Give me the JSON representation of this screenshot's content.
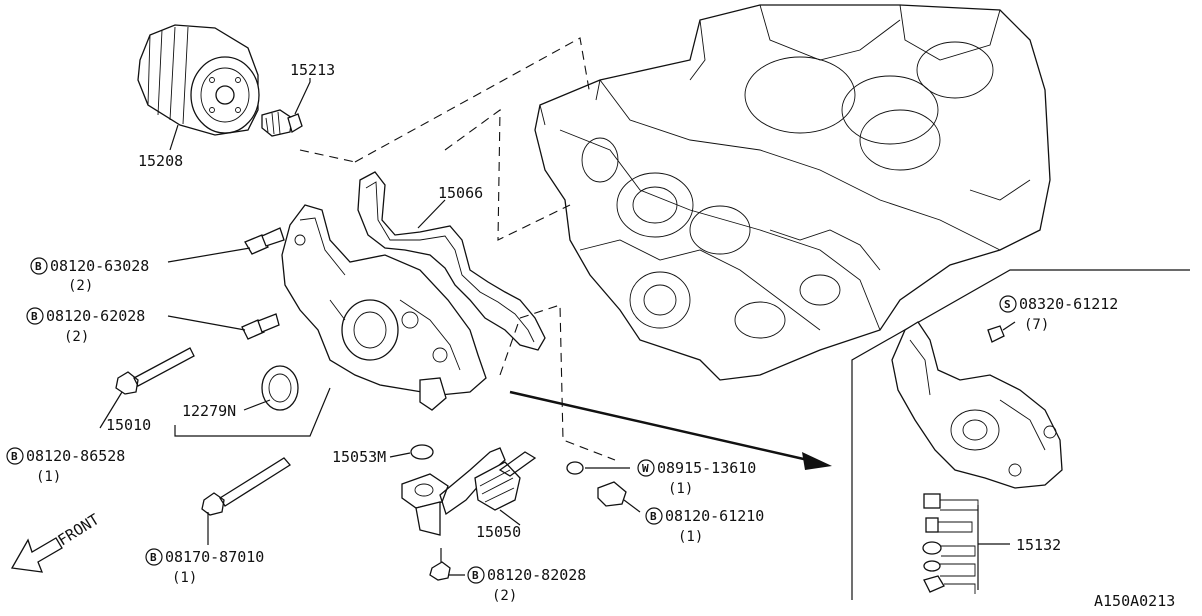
{
  "diagram_code": "A150A0213",
  "front_label": "FRONT",
  "parts": {
    "oil_filter": "15208",
    "oil_pressure_switch": "15213",
    "gasket": "15066",
    "oil_pump_assembly": "15010",
    "front_oil_seal": "12279N",
    "o_ring": "15053M",
    "oil_strainer": "15050",
    "regulator_kit": "15132"
  },
  "fasteners": [
    {
      "badge": "B",
      "number": "08120-63028",
      "qty": "(2)"
    },
    {
      "badge": "B",
      "number": "08120-62028",
      "qty": "(2)"
    },
    {
      "badge": "B",
      "number": "08120-86528",
      "qty": "(1)"
    },
    {
      "badge": "B",
      "number": "08170-87010",
      "qty": "(1)"
    },
    {
      "badge": "B",
      "number": "08120-82028",
      "qty": "(2)"
    },
    {
      "badge": "W",
      "number": "08915-13610",
      "qty": "(1)"
    },
    {
      "badge": "B",
      "number": "08120-61210",
      "qty": "(1)"
    },
    {
      "badge": "S",
      "number": "08320-61212",
      "qty": "(7)"
    }
  ]
}
